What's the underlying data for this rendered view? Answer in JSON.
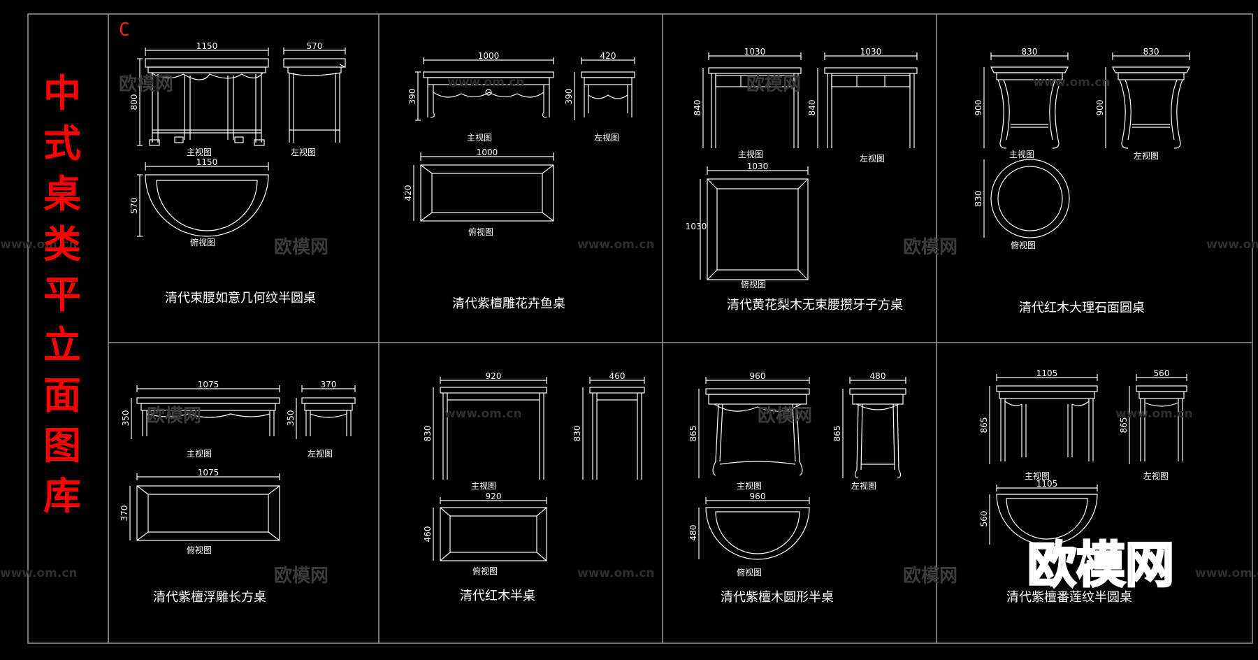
{
  "sheet_title": [
    "中",
    "式",
    "桌",
    "类",
    "平",
    "立",
    "面",
    "图",
    "库"
  ],
  "sheet_mark": "C",
  "watermark_brand": "欧模网",
  "watermark_url": "www.om.cn",
  "captions": {
    "p1": "清代束腰如意几何纹半圆桌",
    "p2": "清代紫檀雕花卉鱼桌",
    "p3": "清代黄花梨木无束腰攒牙子方桌",
    "p4": "清代红木大理石面圆桌",
    "p5": "清代紫檀浮雕长方桌",
    "p6": "清代红木半桌",
    "p7": "清代紫檀木圆形半桌",
    "p8": "清代紫檀番莲纹半圆桌"
  },
  "view_labels": {
    "front": "主视图",
    "left": "左视图",
    "top": "俯视图"
  },
  "dims": {
    "p1": {
      "fw": "1150",
      "fh": "800",
      "sw": "570",
      "tw": "1150",
      "td": "570"
    },
    "p2": {
      "fw": "1000",
      "fh": "390",
      "sw": "420",
      "sh": "390",
      "tw": "1000",
      "td": "420"
    },
    "p3": {
      "fw": "1030",
      "fh": "840",
      "sw": "1030",
      "sh": "840",
      "tw": "1030",
      "td": "1030"
    },
    "p4": {
      "fw": "830",
      "fh": "900",
      "sw": "830",
      "sh": "900",
      "td": "830"
    },
    "p5": {
      "fw": "1075",
      "fh": "350",
      "sw": "370",
      "sh": "350",
      "tw": "1075",
      "td": "370"
    },
    "p6": {
      "fw": "920",
      "fh": "830",
      "sw": "460",
      "sh": "830",
      "tw": "920",
      "td": "460"
    },
    "p7": {
      "fw": "960",
      "fh": "865",
      "sw": "480",
      "sh": "865",
      "tw": "960",
      "td": "480"
    },
    "p8": {
      "fw": "1105",
      "fh": "865",
      "sw": "560",
      "sh": "865",
      "tw": "1105",
      "td": "560"
    }
  },
  "colors": {
    "background": "#000000",
    "title": "#ff0000",
    "lines": "#ffffff",
    "frame": "#9a9a9a"
  }
}
